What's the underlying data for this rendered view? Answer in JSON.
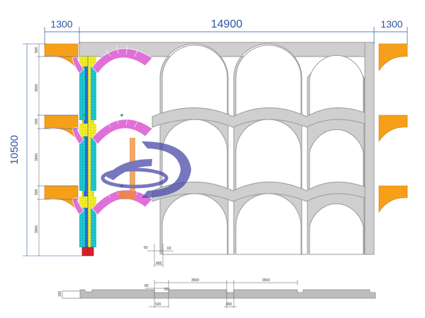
{
  "dimensions": {
    "top_left": "1300",
    "top_center": "14900",
    "top_right": "1300",
    "total_height": "10500",
    "left_500_a": "500",
    "left_3000_a": "3000",
    "left_500_b": "500",
    "left_3000_b": "3000",
    "left_500_c": "500",
    "left_3000_c": "3000",
    "detail_a": "60",
    "detail_b": "60",
    "detail_400": "400",
    "section_3500_a": "3500",
    "section_3500_b": "3500",
    "section_80": "80",
    "section_60": "60",
    "section_520": "520",
    "section_400": "400",
    "section_left": "180"
  },
  "colors": {
    "wall_fill": "#cfcfcf",
    "wall_stroke": "#9a9a9a",
    "spandrel_orange": "#f6a01a",
    "voussoir_pink": "#e070d8",
    "block_yellow": "#f2ee2a",
    "block_cyan": "#1ec8d2",
    "block_blue": "#2f6fd8",
    "base_red": "#d8202a",
    "dim_blue": "#2a56a5",
    "logo_orange": "#f08a30",
    "logo_blue": "#4a4aa8"
  },
  "icons": {
    "watermark": "jd-logo-icon"
  }
}
